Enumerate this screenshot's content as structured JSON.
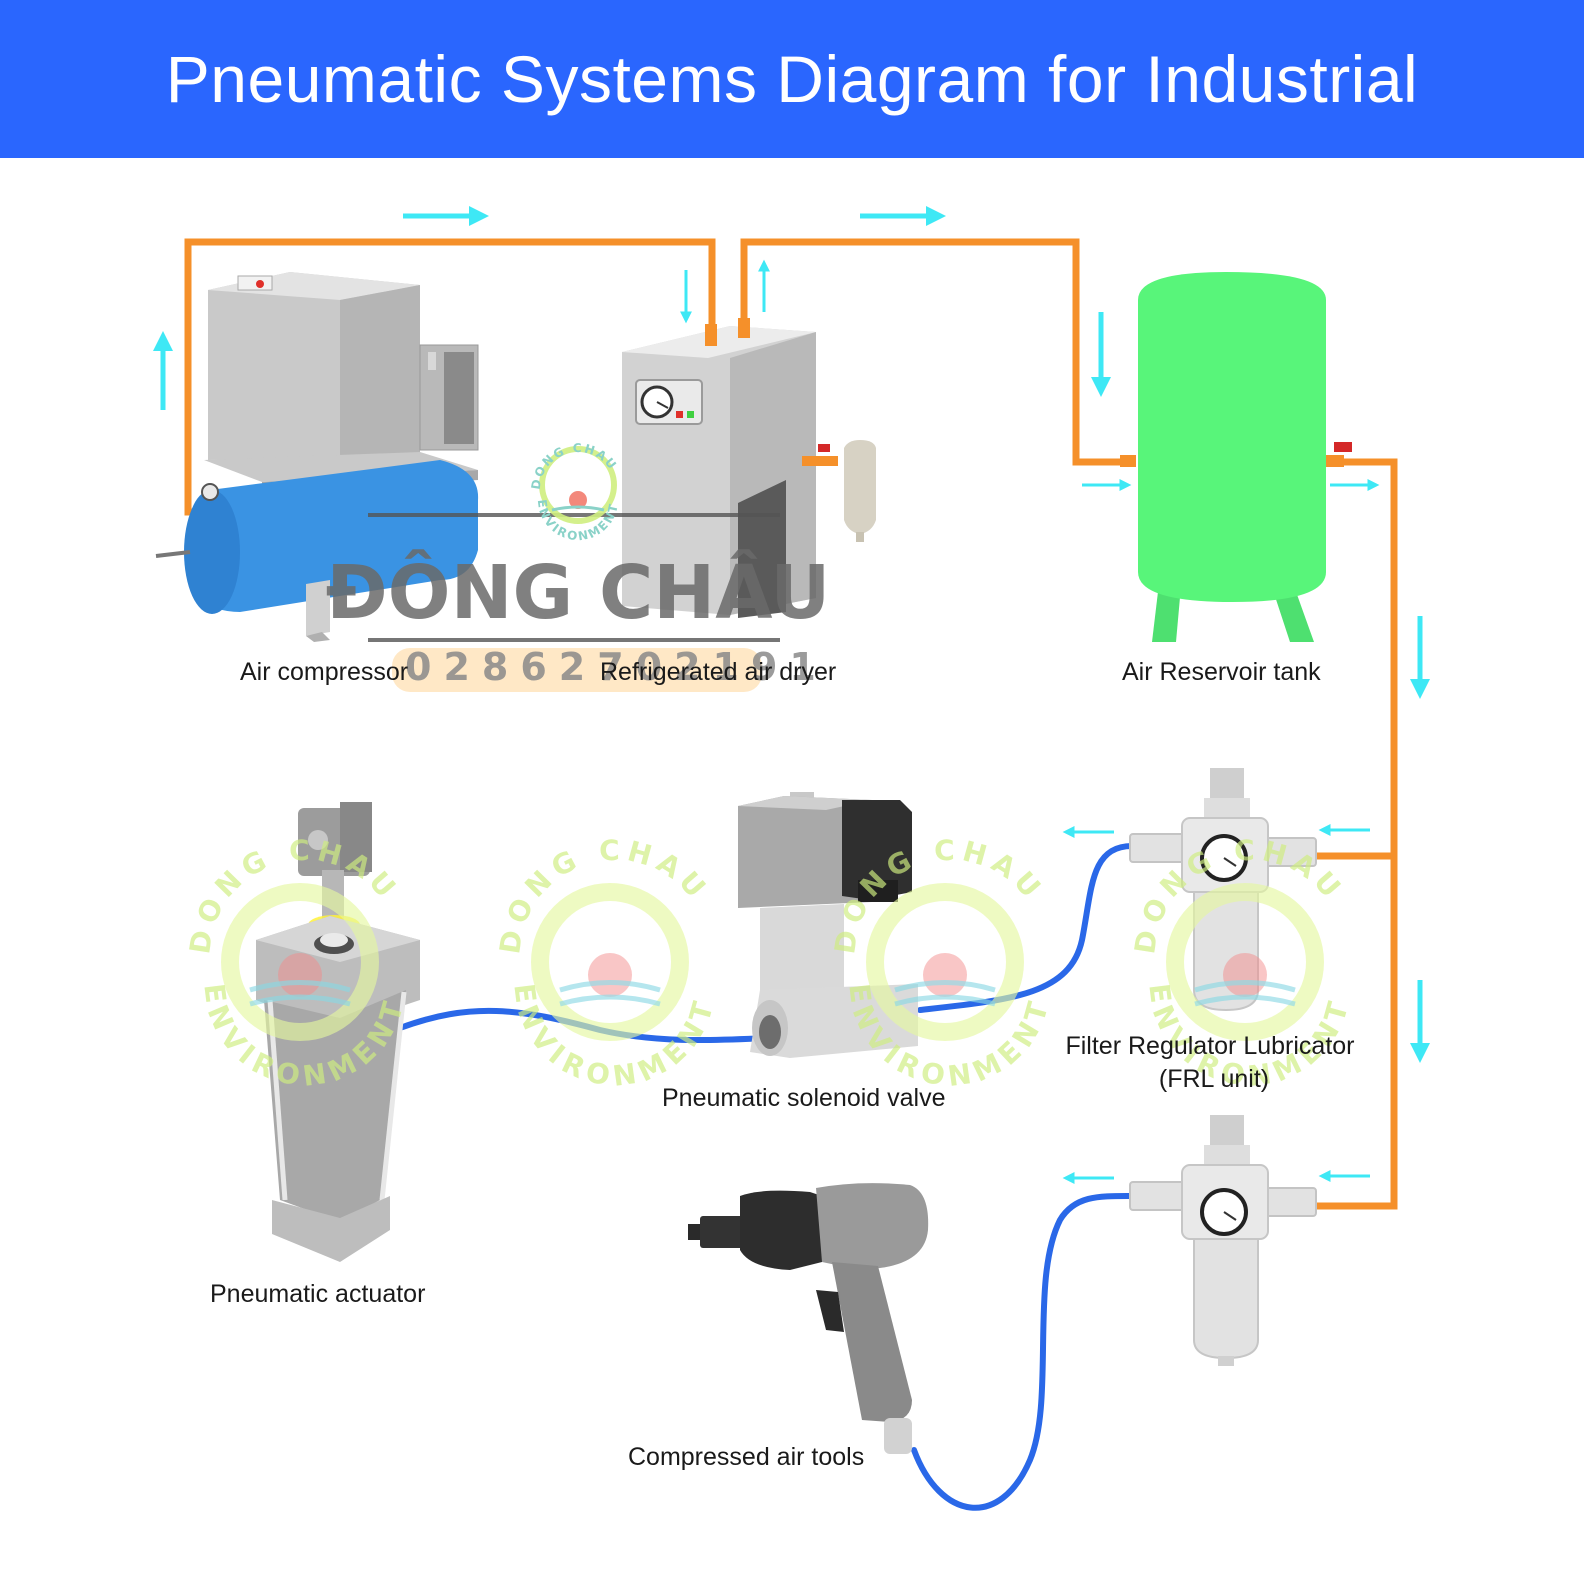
{
  "title": "Pneumatic Systems Diagram for Industrial",
  "components": {
    "air_compressor": "Air compressor",
    "refrigerated_air_dryer": "Refrigerated air dryer",
    "air_reservoir_tank": "Air Reservoir tank",
    "frl_unit_line1": "Filter Regulator Lubricator",
    "frl_unit_line2": "(FRL unit)",
    "pneumatic_solenoid_valve": "Pneumatic solenoid valve",
    "pneumatic_actuator": "Pneumatic actuator",
    "compressed_air_tools": "Compressed air tools"
  },
  "watermark": {
    "brand": "ĐÔNG CHÂU",
    "phone": "02862702191",
    "arc_top": "DONG CHAU",
    "arc_bottom": "ENVIRONMENT"
  },
  "colors": {
    "header": "#2a66fe",
    "pipe_air": "#f5902a",
    "hose": "#2a68e8",
    "flow_arrow": "#3ee8f5",
    "tank": "#58f57a",
    "compressor_tank": "#3a93e3"
  }
}
